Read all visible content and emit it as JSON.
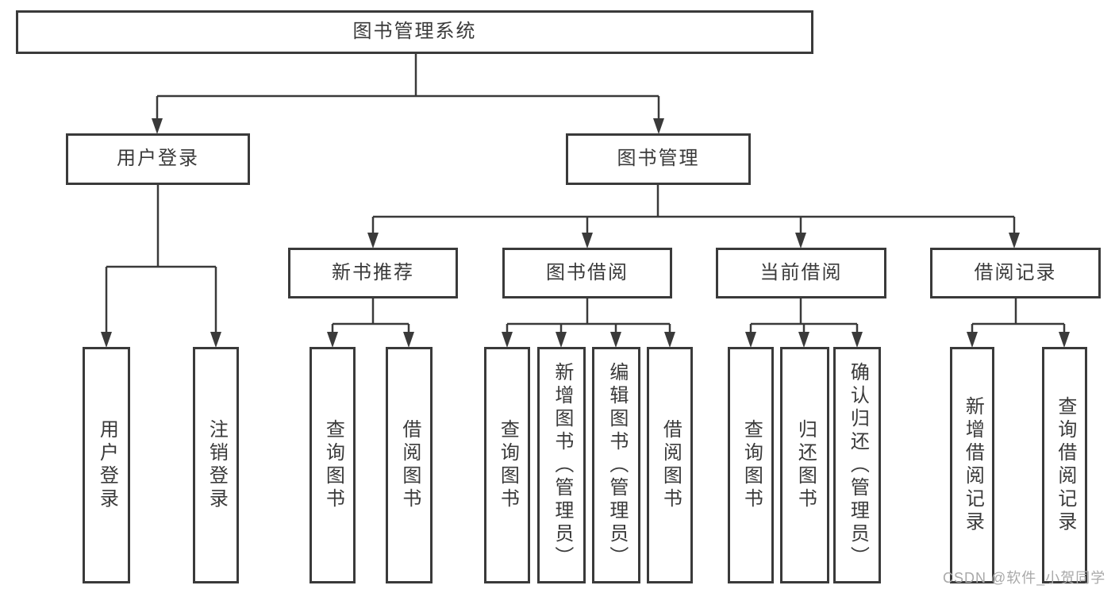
{
  "org": {
    "root": {
      "label": "图书管理系统",
      "children": [
        {
          "label": "用户登录",
          "children": [
            {
              "label": "用户登录"
            },
            {
              "label": "注销登录"
            }
          ]
        },
        {
          "label": "图书管理",
          "children": [
            {
              "label": "新书推荐",
              "children": [
                {
                  "label": "查询图书"
                },
                {
                  "label": "借阅图书"
                }
              ]
            },
            {
              "label": "图书借阅",
              "children": [
                {
                  "label": "查询图书"
                },
                {
                  "label": "新增图书（管理员）"
                },
                {
                  "label": "编辑图书（管理员）"
                },
                {
                  "label": "借阅图书"
                }
              ]
            },
            {
              "label": "当前借阅",
              "children": [
                {
                  "label": "查询图书"
                },
                {
                  "label": "归还图书"
                },
                {
                  "label": "确认归还（管理员）"
                }
              ]
            },
            {
              "label": "借阅记录",
              "children": [
                {
                  "label": "新增借阅记录"
                },
                {
                  "label": "查询借阅记录"
                }
              ]
            }
          ]
        }
      ]
    }
  },
  "watermark": {
    "text": "CSDN @软件_小贺同学"
  },
  "colors": {
    "line": "#3a3a3a",
    "box_border": "#3a3a3a",
    "text": "#3a3a3a",
    "watermark": "#a9a9a9",
    "background": "#ffffff"
  }
}
